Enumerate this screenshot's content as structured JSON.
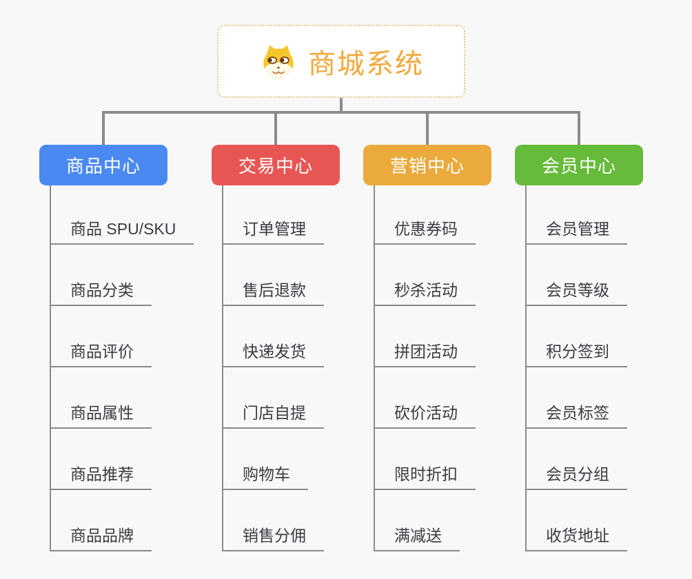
{
  "root": {
    "title": "商城系统",
    "icon": "dog-face-icon",
    "title_color": "#F2A93B",
    "border_color": "#ECC183"
  },
  "connector_color": "#8B8B8B",
  "background_color": "#F8F8F8",
  "branches": [
    {
      "label": "商品中心",
      "color": "#4A89F2",
      "children": [
        "商品 SPU/SKU",
        "商品分类",
        "商品评价",
        "商品属性",
        "商品推荐",
        "商品品牌"
      ]
    },
    {
      "label": "交易中心",
      "color": "#E85654",
      "children": [
        "订单管理",
        "售后退款",
        "快递发货",
        "门店自提",
        "购物车",
        "销售分佣"
      ]
    },
    {
      "label": "营销中心",
      "color": "#EBAA3C",
      "children": [
        "优惠券码",
        "秒杀活动",
        "拼团活动",
        "砍价活动",
        "限时折扣",
        "满减送"
      ]
    },
    {
      "label": "会员中心",
      "color": "#67BB3A",
      "children": [
        "会员管理",
        "会员等级",
        "积分签到",
        "会员标签",
        "会员分组",
        "收货地址"
      ]
    }
  ]
}
